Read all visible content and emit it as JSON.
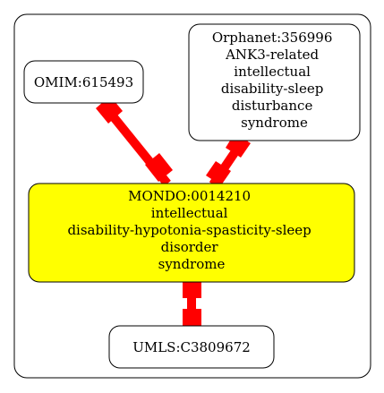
{
  "graph": {
    "nodes": {
      "omim": {
        "lines": [
          "OMIM:615493"
        ],
        "fill": "#ffffff"
      },
      "orphanet": {
        "lines": [
          "Orphanet:356996",
          "ANK3-related",
          "intellectual",
          "disability-sleep",
          "disturbance",
          "syndrome"
        ],
        "fill": "#ffffff"
      },
      "mondo": {
        "lines": [
          "MONDO:0014210",
          "intellectual",
          "disability-hypotonia-spasticity-sleep",
          "disorder",
          "syndrome"
        ],
        "fill": "#ffff00"
      },
      "umls": {
        "lines": [
          "UMLS:C3809672"
        ],
        "fill": "#ffffff"
      }
    },
    "edges": [
      {
        "from": "omim",
        "to": "mondo"
      },
      {
        "from": "orphanet",
        "to": "mondo"
      },
      {
        "from": "mondo",
        "to": "umls"
      }
    ],
    "edge_color": "#ff0000",
    "node_border_color": "#000000"
  }
}
